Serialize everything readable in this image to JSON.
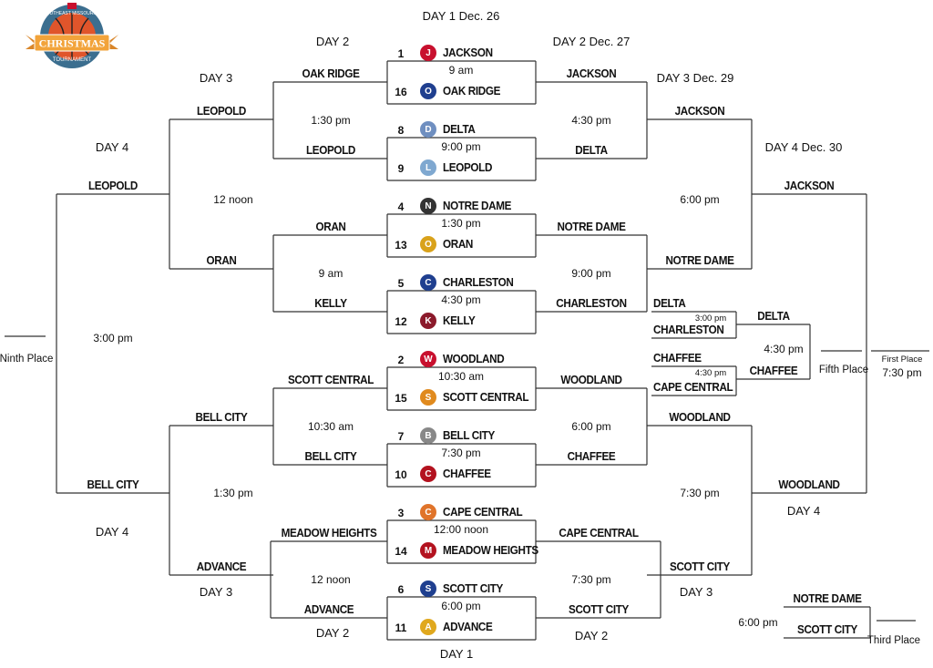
{
  "logo": {
    "text": "Southeast Missourian Christmas Tournament",
    "colors": {
      "ring": "#3b6e8f",
      "ball": "#e0552b",
      "banner": "#f2a33a"
    }
  },
  "headers": {
    "d1_top": "DAY 1   Dec. 26",
    "d2_left_top": "DAY 2",
    "d3_left_top": "DAY 3",
    "d4_left_top": "DAY 4",
    "d2_right_top": "DAY 2  Dec. 27",
    "d3_right_top": "DAY 3  Dec. 29",
    "d4_right_top": "DAY 4  Dec. 30",
    "d4_left_bottom": "DAY 4",
    "d3_left_bottom": "DAY 3",
    "d2_left_bottom": "DAY 2",
    "d1_bottom": "DAY 1",
    "d2_right_bottom": "DAY 2",
    "d3_right_bottom": "DAY 3",
    "d4_right_bottom": "DAY 4"
  },
  "first_round": [
    {
      "time": "9 am",
      "top": {
        "seed": "1",
        "name": "JACKSON",
        "logo": "jackson-j-icon",
        "color": "#c8102e"
      },
      "bottom": {
        "seed": "16",
        "name": "OAK RIDGE",
        "logo": "oak-ridge-bird-icon",
        "color": "#1f3f8f"
      }
    },
    {
      "time": "9:00 pm",
      "top": {
        "seed": "8",
        "name": "DELTA",
        "logo": "delta-bobcat-icon",
        "color": "#6f8fc0"
      },
      "bottom": {
        "seed": "9",
        "name": "LEOPOLD",
        "logo": "leopold-wildcat-icon",
        "color": "#7fa8d0"
      }
    },
    {
      "time": "1:30 pm",
      "top": {
        "seed": "4",
        "name": "NOTRE DAME",
        "logo": "notre-dame-bulldog-icon",
        "color": "#333333"
      },
      "bottom": {
        "seed": "13",
        "name": "ORAN",
        "logo": "oran-eagle-icon",
        "color": "#d9a21b"
      }
    },
    {
      "time": "4:30 pm",
      "top": {
        "seed": "5",
        "name": "CHARLESTON",
        "logo": "charleston-bluejay-icon",
        "color": "#1f3f8f"
      },
      "bottom": {
        "seed": "12",
        "name": "KELLY",
        "logo": "kelly-hawk-icon",
        "color": "#8b1a2b"
      }
    },
    {
      "time": "10:30 am",
      "top": {
        "seed": "2",
        "name": "WOODLAND",
        "logo": "woodland-cardinal-icon",
        "color": "#c8102e"
      },
      "bottom": {
        "seed": "15",
        "name": "SCOTT CENTRAL",
        "logo": "scott-central-scc-icon",
        "color": "#e08a1e"
      }
    },
    {
      "time": "7:30 pm",
      "top": {
        "seed": "7",
        "name": "BELL CITY",
        "logo": "bell-city-paw-icon",
        "color": "#888888"
      },
      "bottom": {
        "seed": "10",
        "name": "CHAFFEE",
        "logo": "chaffee-reddevil-icon",
        "color": "#b3121f"
      }
    },
    {
      "time": "12:00 noon",
      "top": {
        "seed": "3",
        "name": "CAPE CENTRAL",
        "logo": "cape-central-tiger-icon",
        "color": "#e0742a"
      },
      "bottom": {
        "seed": "14",
        "name": "MEADOW HEIGHTS",
        "logo": "meadow-heights-panther-icon",
        "color": "#b3121f"
      }
    },
    {
      "time": "6:00 pm",
      "top": {
        "seed": "6",
        "name": "SCOTT CITY",
        "logo": "scott-city-sc-icon",
        "color": "#1f3f8f"
      },
      "bottom": {
        "seed": "11",
        "name": "ADVANCE",
        "logo": "advance-hornet-icon",
        "color": "#e0a81e"
      }
    }
  ],
  "quarterfinals_left": [
    {
      "top": "OAK RIDGE",
      "bottom": "LEOPOLD",
      "time": "1:30 pm"
    },
    {
      "top": "ORAN",
      "bottom": "KELLY",
      "time": "9 am"
    },
    {
      "top": "SCOTT CENTRAL",
      "bottom": "BELL CITY",
      "time": "10:30 am"
    },
    {
      "top": "MEADOW HEIGHTS",
      "bottom": "ADVANCE",
      "time": "12 noon"
    }
  ],
  "semis_left": [
    {
      "top": "LEOPOLD",
      "bottom": "ORAN",
      "time": "12 noon"
    },
    {
      "top": "BELL CITY",
      "bottom": "ADVANCE",
      "time": "1:30 pm"
    }
  ],
  "ninth_place": {
    "top": "LEOPOLD",
    "bottom": "BELL CITY",
    "time": "3:00 pm",
    "label": "Ninth Place"
  },
  "quarterfinals_right": [
    {
      "top": "JACKSON",
      "bottom": "DELTA",
      "time": "4:30 pm"
    },
    {
      "top": "NOTRE DAME",
      "bottom": "CHARLESTON",
      "time": "9:00 pm"
    },
    {
      "top": "WOODLAND",
      "bottom": "CHAFFEE",
      "time": "6:00 pm"
    },
    {
      "top": "CAPE CENTRAL",
      "bottom": "SCOTT CITY",
      "time": "7:30 pm"
    }
  ],
  "semis_right": [
    {
      "top": "JACKSON",
      "bottom": "NOTRE DAME",
      "time": "6:00 pm"
    },
    {
      "top": "WOODLAND",
      "bottom": "SCOTT CITY",
      "time": "7:30 pm"
    }
  ],
  "championship": {
    "top": "JACKSON",
    "bottom": "WOODLAND",
    "label": "First Place",
    "time": "7:30 pm"
  },
  "consolation": {
    "game1": {
      "top": "DELTA",
      "bottom": "CHARLESTON",
      "time": "3:00 pm"
    },
    "game2": {
      "top": "CHAFFEE",
      "bottom": "CAPE CENTRAL",
      "time": "4:30 pm"
    },
    "fifth": {
      "top": "DELTA",
      "bottom": "CHAFFEE",
      "time": "4:30 pm",
      "label": "Fifth Place"
    }
  },
  "third_place": {
    "top": "NOTRE DAME",
    "bottom": "SCOTT CITY",
    "time": "6:00 pm",
    "label": "Third Place"
  }
}
